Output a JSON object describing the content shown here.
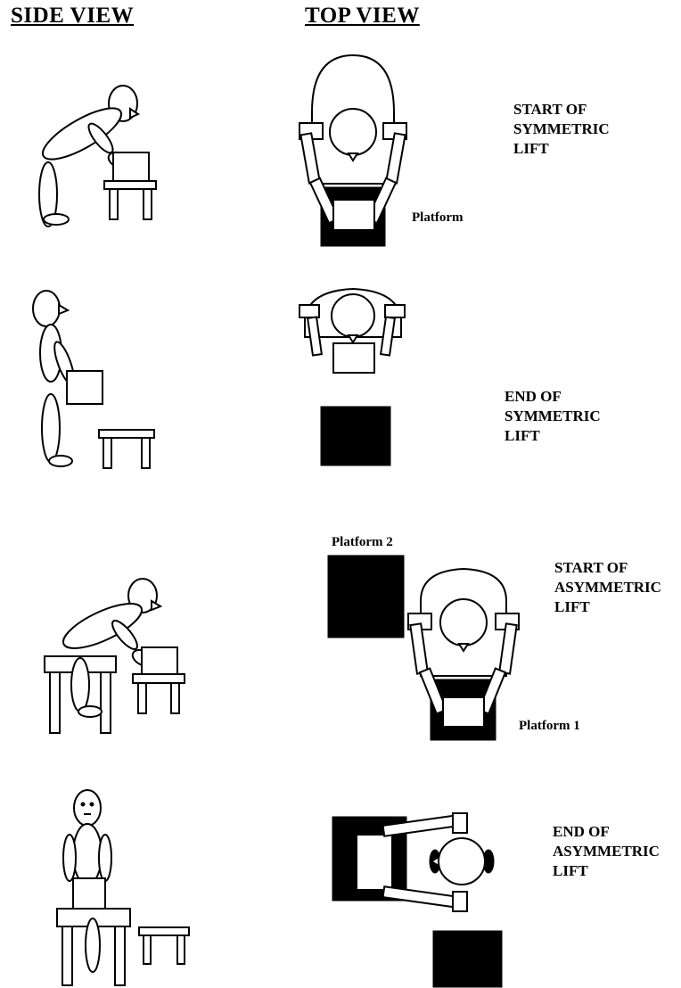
{
  "headers": {
    "side": "SIDE VIEW",
    "top": "TOP VIEW"
  },
  "labels": {
    "start_symmetric": "START OF\nSYMMETRIC\nLIFT",
    "end_symmetric": "END OF\nSYMMETRIC\nLIFT",
    "start_asymmetric": "START OF\nASYMMETRIC\nLIFT",
    "end_asymmetric": "END OF\nASYMMETRIC\nLIFT"
  },
  "platforms": {
    "platform": "Platform",
    "platform_1": "Platform 1",
    "platform_2": "Platform 2"
  }
}
